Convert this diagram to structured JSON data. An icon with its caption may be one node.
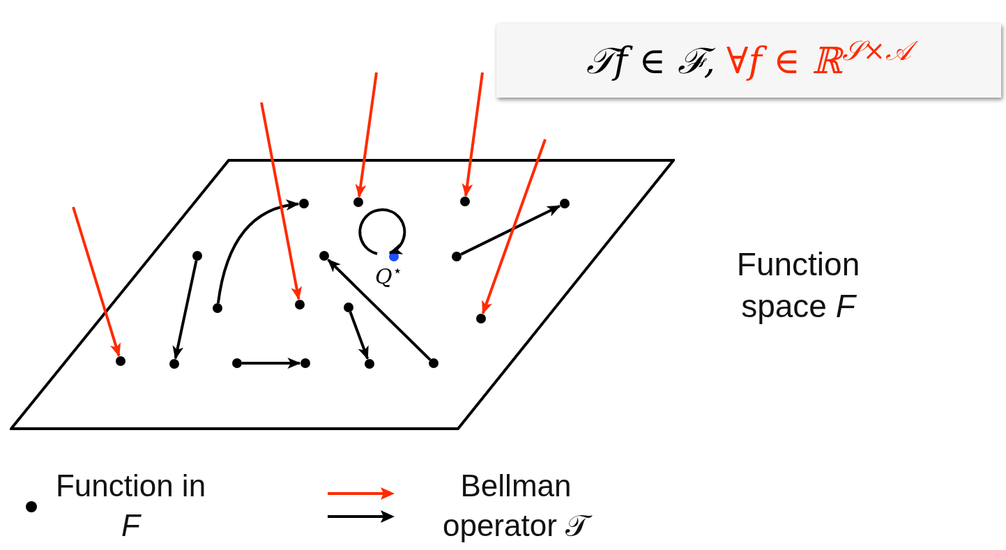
{
  "diagram": {
    "nodes": [
      {
        "text": [
          "𝒯f ∈ ℱ,",
          "∀f ∈ ℝ$^{𝒮×𝒜}$"
        ]
      },
      {
        "text": [],
        "shape": "parallelogram",
        "beside": [
          "Function space *F*"
        ]
      },
      {
        "text": [],
        "shape": "circle",
        "in": 1
      },
      {
        "text": [],
        "shape": "circle",
        "in": 1
      },
      {
        "text": [],
        "shape": "circle",
        "in": 1
      },
      {
        "text": [],
        "shape": "circle",
        "in": 1
      },
      {
        "text": [],
        "shape": "circle",
        "in": 1
      },
      {
        "text": [],
        "shape": "circle",
        "in": 1
      },
      {
        "text": [],
        "shape": "circle",
        "in": 1,
        "beside": [
          "*Q*$^{⋆}$"
        ]
      },
      {
        "text": [],
        "shape": "circle",
        "in": 1
      },
      {
        "text": [],
        "shape": "circle",
        "in": 1
      },
      {
        "text": [],
        "shape": "circle",
        "in": 1
      },
      {
        "text": [],
        "shape": "circle",
        "in": 1
      },
      {
        "text": [],
        "shape": "circle",
        "in": 1
      },
      {
        "text": [],
        "shape": "circle",
        "in": 1
      },
      {
        "text": [],
        "shape": "circle",
        "in": 1
      },
      {
        "text": [],
        "shape": "circle",
        "in": 1
      },
      {
        "text": [],
        "shape": "circle",
        "in": 1
      },
      {
        "text": [],
        "shape": "circle",
        "in": 1
      },
      {
        "text": [],
        "shape": "circle",
        "in": 1
      }
    ],
    "edges": [
      {
        "from": 10,
        "to": 2,
        "arrow": "to"
      },
      {
        "from": 6,
        "to": 15,
        "arrow": "to"
      },
      {
        "from": 16,
        "to": 17,
        "arrow": "to"
      },
      {
        "from": 12,
        "to": 18,
        "arrow": "to"
      },
      {
        "from": 19,
        "to": 7,
        "arrow": "to"
      },
      {
        "from": 9,
        "to": 5,
        "arrow": "to"
      },
      {
        "from": 8,
        "to": 8,
        "arrow": "to"
      },
      {
        "from": null,
        "to": 14,
        "arrow": "to",
        "color": "#ff2a00"
      },
      {
        "from": null,
        "to": 11,
        "arrow": "to",
        "color": "#ff2a00"
      },
      {
        "from": null,
        "to": 3,
        "arrow": "to",
        "color": "#ff2a00"
      },
      {
        "from": null,
        "to": 4,
        "arrow": "to",
        "color": "#ff2a00"
      },
      {
        "from": null,
        "to": 13,
        "arrow": "to",
        "color": "#ff2a00"
      }
    ],
    "legend": [
      {
        "text": "Function in *F*"
      },
      {
        "text": "Bellman operator 𝒯"
      }
    ]
  }
}
